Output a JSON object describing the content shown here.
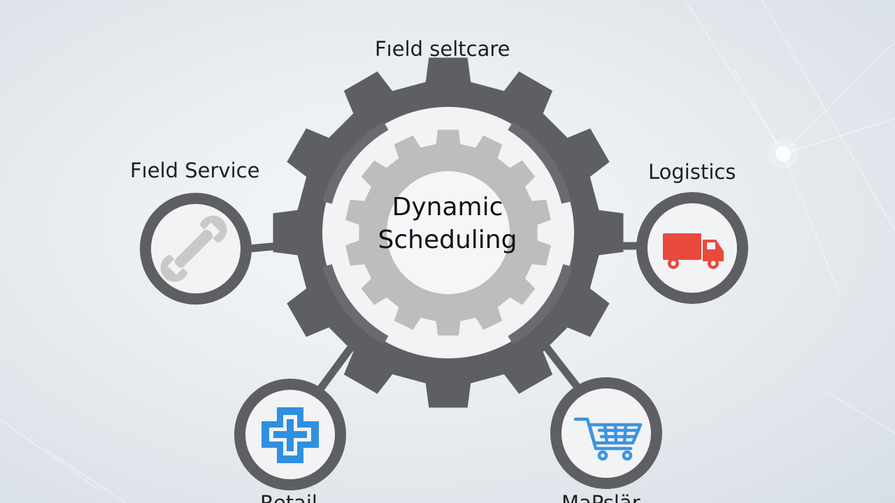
{
  "center": {
    "line1": "Dynamic",
    "line2": "Scheduling"
  },
  "nodes": {
    "top": {
      "label": "Fıeld seltcare"
    },
    "left": {
      "label": "Fıeld Service",
      "icon": "wrench-icon"
    },
    "right": {
      "label": "Logistics",
      "icon": "truck-icon"
    },
    "bottom_left": {
      "label": "Retail",
      "icon": "medical-cross-icon"
    },
    "bottom_right": {
      "label": "MaPslär",
      "icon": "shopping-cart-icon"
    }
  },
  "colors": {
    "gear": "#5e5f62",
    "inner_gear": "#bdbdbd",
    "truck": "#e84a3c",
    "cross": "#2f8fe0",
    "cart": "#3d93e0",
    "wrench": "#c9c9c9"
  }
}
